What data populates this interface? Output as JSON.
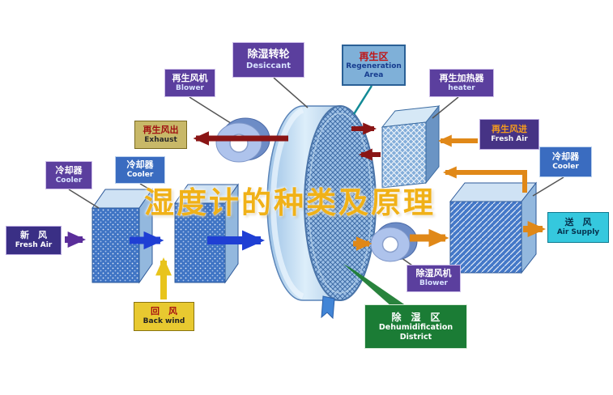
{
  "watermark_title": "湿度计的种类及原理",
  "labels": {
    "regen_blower": {
      "zh": "再生风机",
      "en": "Blower"
    },
    "desiccant_wheel": {
      "zh": "除湿转轮",
      "en": "Desiccant"
    },
    "regen_area": {
      "zh": "再生区",
      "en": "Regeneration Area"
    },
    "regen_heater": {
      "zh": "再生加热器",
      "en": "heater"
    },
    "exhaust": {
      "zh": "再生风出",
      "en": "Exhaust"
    },
    "regen_fresh_air": {
      "zh": "再生风进",
      "en": "Fresh Air"
    },
    "cooler_left_outer": {
      "zh": "冷却器",
      "en": "Cooler"
    },
    "cooler_left_inner": {
      "zh": "冷却器",
      "en": "Cooler"
    },
    "cooler_right": {
      "zh": "冷却器",
      "en": "Cooler"
    },
    "fresh_air": {
      "zh": "新　风",
      "en": "Fresh Air"
    },
    "air_supply": {
      "zh": "送　风",
      "en": "Air Supply"
    },
    "back_wind": {
      "zh": "回　风",
      "en": "Back wind"
    },
    "dehum_blower": {
      "zh": "除湿风机",
      "en": "Blower"
    },
    "dehum_district": {
      "zh": "除　湿　区",
      "en": "Dehumidification District"
    }
  },
  "colors": {
    "arrow_blue": "#1f3fd4",
    "arrow_maroon": "#8a1515",
    "arrow_orange": "#e08818",
    "arrow_yellow": "#e8c41c",
    "arrow_purple": "#5a2d9a",
    "label_purple": "#5b3f9e",
    "label_blue": "#3a6cc0",
    "label_green": "#1b7c35",
    "label_yellow": "#e8c930",
    "label_cyan": "#35c8de",
    "label_tan": "#c8b868",
    "watermark_gold": "#f0b118"
  }
}
